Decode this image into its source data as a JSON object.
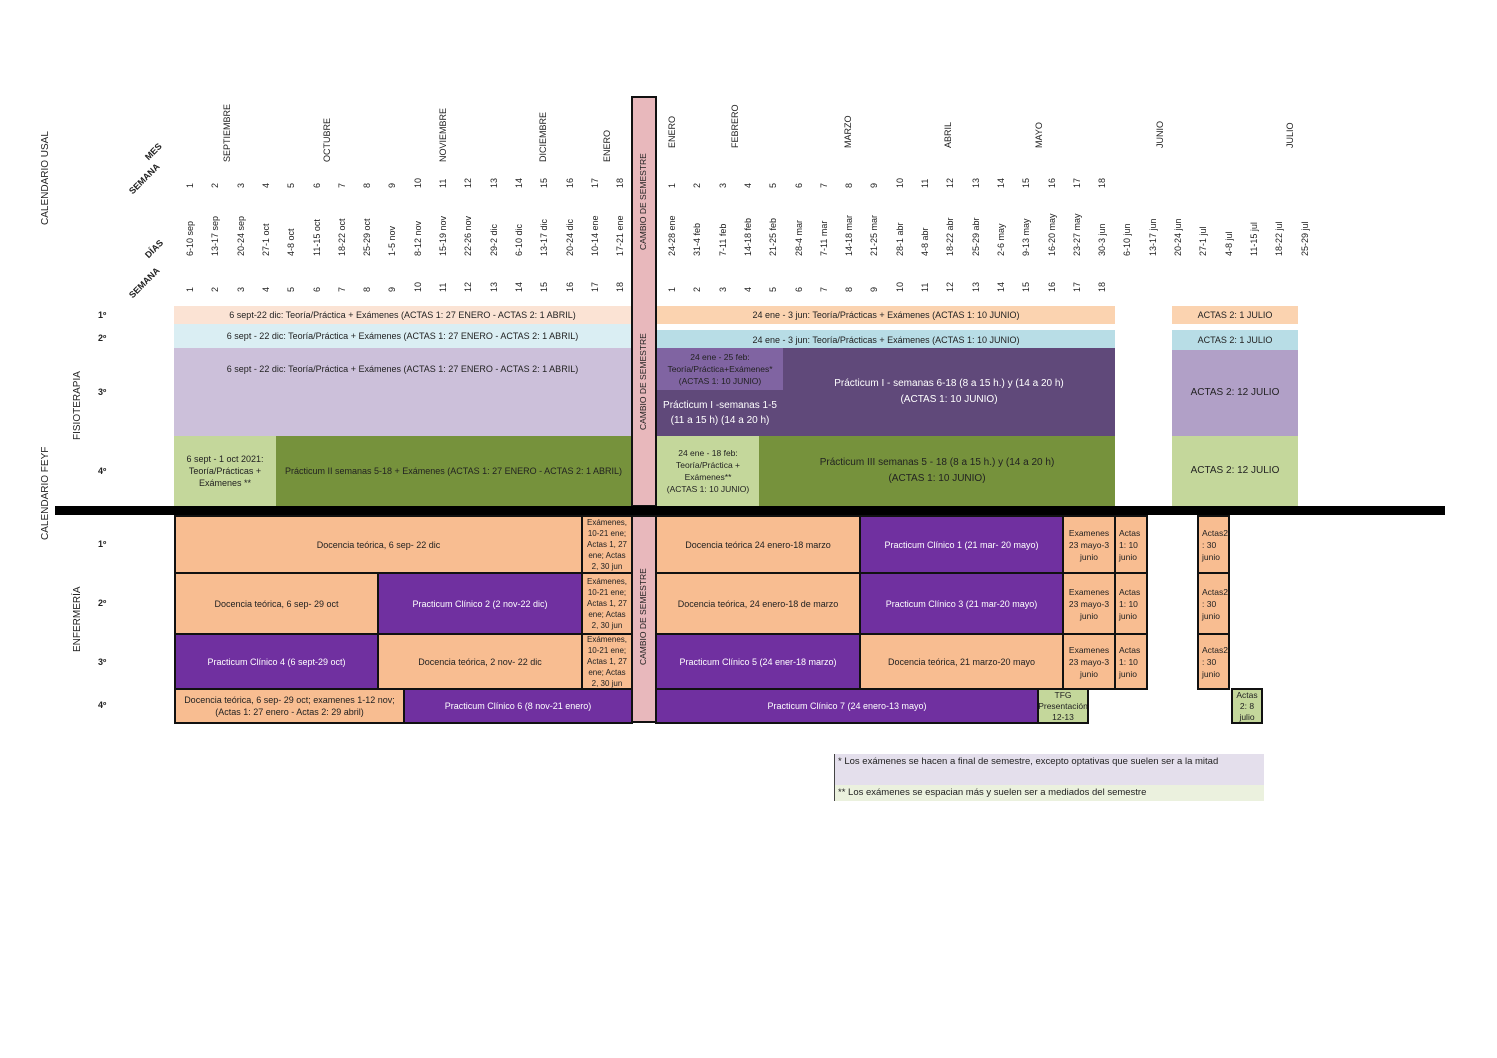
{
  "side_labels": {
    "usal": "CALENDARIO USAL",
    "feyf": "CALENDARIO FEYF",
    "fisio": "FISIOTERAPIA",
    "enfermeria": "ENFERMERÍA"
  },
  "row_labels": {
    "mes": "MES",
    "semana": "SEMANA",
    "dias": "DÍAS",
    "semana2": "SEMANA"
  },
  "months_s1": [
    "SEPTIEMBRE",
    "OCTUBRE",
    "NOVIEMBRE",
    "DICIEMBRE",
    "ENERO"
  ],
  "months_s2": [
    "ENERO",
    "FEBRERO",
    "MARZO",
    "ABRIL",
    "MAYO",
    "JUNIO",
    "JULIO"
  ],
  "weeks_s1": [
    "1",
    "2",
    "3",
    "4",
    "5",
    "6",
    "7",
    "8",
    "9",
    "10",
    "11",
    "12",
    "13",
    "14",
    "15",
    "16",
    "17",
    "18"
  ],
  "weeks_s2": [
    "1",
    "2",
    "3",
    "4",
    "5",
    "6",
    "7",
    "8",
    "9",
    "10",
    "11",
    "12",
    "13",
    "14",
    "15",
    "16",
    "17",
    "18"
  ],
  "days_s1": [
    "6-10 sep",
    "13-17 sep",
    "20-24 sep",
    "27-1 oct",
    "4-8 oct",
    "11-15 oct",
    "18-22 oct",
    "25-29 oct",
    "1-5 nov",
    "8-12 nov",
    "15-19 nov",
    "22-26 nov",
    "29-2 dic",
    "6-10 dic",
    "13-17 dic",
    "20-24 dic",
    "10-14 ene",
    "17-21 ene"
  ],
  "days_s2": [
    "24-28 ene",
    "31-4 feb",
    "7-11 feb",
    "14-18 feb",
    "21-25 feb",
    "28-4 mar",
    "7-11 mar",
    "14-18 mar",
    "21-25 mar",
    "28-1 abr",
    "4-8 abr",
    "18-22 abr",
    "25-29 abr",
    "2-6 may",
    "9-13 may",
    "16-20 may",
    "23-27 may",
    "30-3 jun",
    "6-10 jun",
    "13-17 jun",
    "20-24 jun",
    "27-1 jul",
    "4-8 jul",
    "11-15 jul",
    "18-22 jul",
    "25-29 jul"
  ],
  "cambio": "CAMBIO DE SEMESTRE",
  "years": {
    "y1": "1º",
    "y2": "2º",
    "y3": "3º",
    "y4": "4º"
  },
  "fisio": {
    "y1_s1": "6 sept-22 dic: Teoría/Práctica + Exámenes  (ACTAS 1: 27 ENERO - ACTAS 2: 1 ABRIL)",
    "y1_s2": "24 ene - 3 jun: Teoría/Prácticas + Exámenes (ACTAS 1: 10 JUNIO)",
    "y1_actas2": "ACTAS 2: 1 JULIO",
    "y2_s1": "6 sept - 22 dic: Teoría/Práctica + Exámenes  (ACTAS 1: 27 ENERO - ACTAS 2: 1 ABRIL)",
    "y2_s2": "24 ene - 3 jun: Teoría/Prácticas + Exámenes (ACTAS 1: 10 JUNIO)",
    "y2_actas2": "ACTAS 2: 1 JULIO",
    "y3_s1": "6 sept - 22 dic: Teoría/Práctica + Exámenes  (ACTAS 1: 27 ENERO - ACTAS 2: 1 ABRIL)",
    "y3_s2a_1": "24 ene - 25 feb:",
    "y3_s2a_2": "Teoría/Práctica+Exámenes*",
    "y3_s2a_3": "(ACTAS 1: 10 JUNIO)",
    "y3_s2b_1": "Prácticum I -semanas 1-5",
    "y3_s2b_2": "(11 a 15 h) (14 a 20 h)",
    "y3_s2c_1": "Prácticum I - semanas 6-18  (8 a 15 h.) y (14 a 20 h)",
    "y3_s2c_2": "(ACTAS 1: 10 JUNIO)",
    "y3_actas2": "ACTAS 2: 12 JULIO",
    "y4_s1a_1": "6 sept - 1 oct 2021:",
    "y4_s1a_2": "Teoría/Prácticas +",
    "y4_s1a_3": "Exámenes **",
    "y4_s1b": "Prácticum II semanas 5-18 + Exámenes  (ACTAS 1: 27 ENERO - ACTAS 2: 1 ABRIL)",
    "y4_s2a_1": "24 ene - 18 feb:",
    "y4_s2a_2": "Teoría/Práctica +",
    "y4_s2a_3": "Exámenes**",
    "y4_s2a_4": "(ACTAS 1: 10 JUNIO)",
    "y4_s2b_1": "Prácticum III semanas 5 - 18 (8 a 15 h.) y (14 a 20 h)",
    "y4_s2b_2": "(ACTAS 1: 10 JUNIO)",
    "y4_actas2": "ACTAS 2: 12 JULIO"
  },
  "enf": {
    "y1_a": "Docencia teórica, 6 sep- 22 dic",
    "y1_b": "Exámenes, 10-21 ene; Actas 1, 27 ene; Actas 2, 30 jun",
    "y1_c": "Docencia teórica 24 enero-18 marzo",
    "y1_d": "Practicum Clínico 1  (21  mar- 20 mayo)",
    "y1_e": "Examenes 23 mayo-3 junio",
    "y1_f": "Actas 1: 10 junio",
    "y1_g": "Actas2 : 30 junio",
    "y2_a": "Docencia teórica, 6 sep- 29 oct",
    "y2_b": "Practicum Clínico 2 (2 nov-22 dic)",
    "y2_c": "Exámenes, 10-21 ene; Actas 1, 27 ene; Actas 2, 30 jun",
    "y2_d": "Docencia teórica, 24 enero-18 de marzo",
    "y2_e": "Practicum Clínico 3 (21 mar-20 mayo)",
    "y2_f": "Examenes 23 mayo-3 junio",
    "y2_g": "Actas 1: 10 junio",
    "y2_h": "Actas2 : 30 junio",
    "y3_a": "Practicum Clínico 4 (6 sept-29 oct)",
    "y3_b": "Docencia teórica, 2 nov- 22 dic",
    "y3_c": "Exámenes, 10-21 ene; Actas 1, 27 ene; Actas 2, 30 jun",
    "y3_d": "Practicum Clínico 5  (24 ener-18 marzo)",
    "y3_e": "Docencia teórica, 21 marzo-20 mayo",
    "y3_f": "Examenes 23 mayo-3 junio",
    "y3_g": "Actas 1: 10 junio",
    "y3_h": "Actas2 : 30 junio",
    "y4_a_1": "Docencia teórica, 6 sep- 29 oct; examenes  1-12 nov;",
    "y4_a_2": "(Actas 1: 27 enero - Actas 2: 29 abril)",
    "y4_b": "Practicum Clínico 6 (8 nov-21 enero)",
    "y4_c": "Practicum Clínico 7 (24 enero-13 mayo)",
    "y4_d": "TFG Presentación 12-13",
    "y4_e": "Actas 2: 8 julio"
  },
  "notes": {
    "n1": "* Los exámenes se hacen a final de semestre, excepto optativas que suelen ser a la mitad",
    "n2": "** Los exámenes se espacian más y suelen ser a mediados del semestre"
  },
  "colors": {
    "light_orange": "#fbe3d4",
    "orange": "#f8bd91",
    "light_blue": "#b8dde6",
    "lavender": "#ccc0da",
    "dark_purple": "#60497a",
    "green": "#76923c",
    "light_green": "#c4d79b",
    "purple": "#7030a0",
    "pink": "#e6b8b7"
  }
}
